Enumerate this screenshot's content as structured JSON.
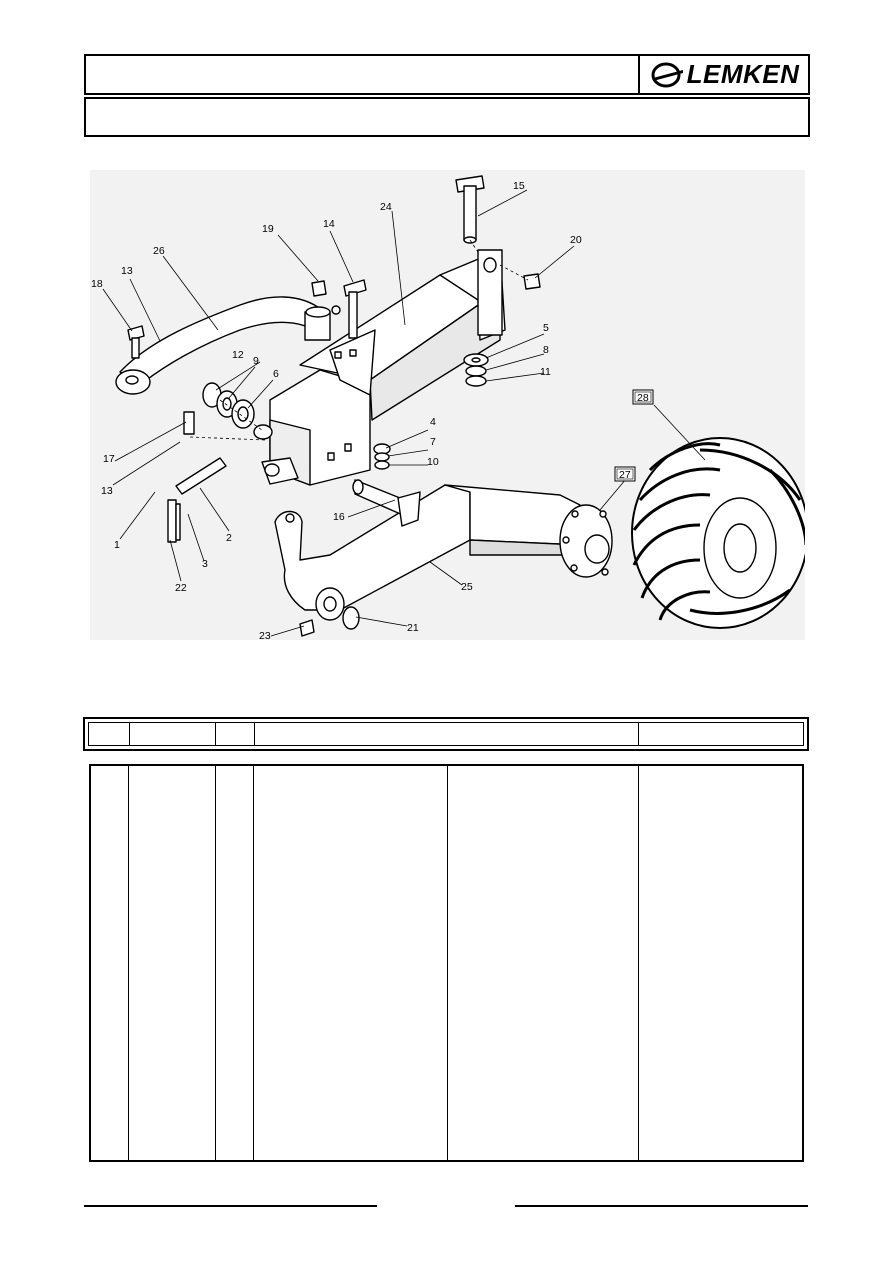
{
  "header": {
    "title": "",
    "subtitle": "",
    "brand": "LEMKEN"
  },
  "diagram": {
    "callouts": [
      "1",
      "2",
      "3",
      "4",
      "5",
      "6",
      "7",
      "8",
      "9",
      "10",
      "11",
      "12",
      "13",
      "13",
      "14",
      "15",
      "16",
      "17",
      "18",
      "19",
      "20",
      "21",
      "22",
      "23",
      "24",
      "25",
      "26"
    ],
    "boxed_callouts": [
      "27",
      "28"
    ]
  },
  "table": {
    "headers": [
      "",
      "",
      "",
      "",
      ""
    ],
    "rows": []
  },
  "footer": {
    "left": "",
    "right": ""
  }
}
